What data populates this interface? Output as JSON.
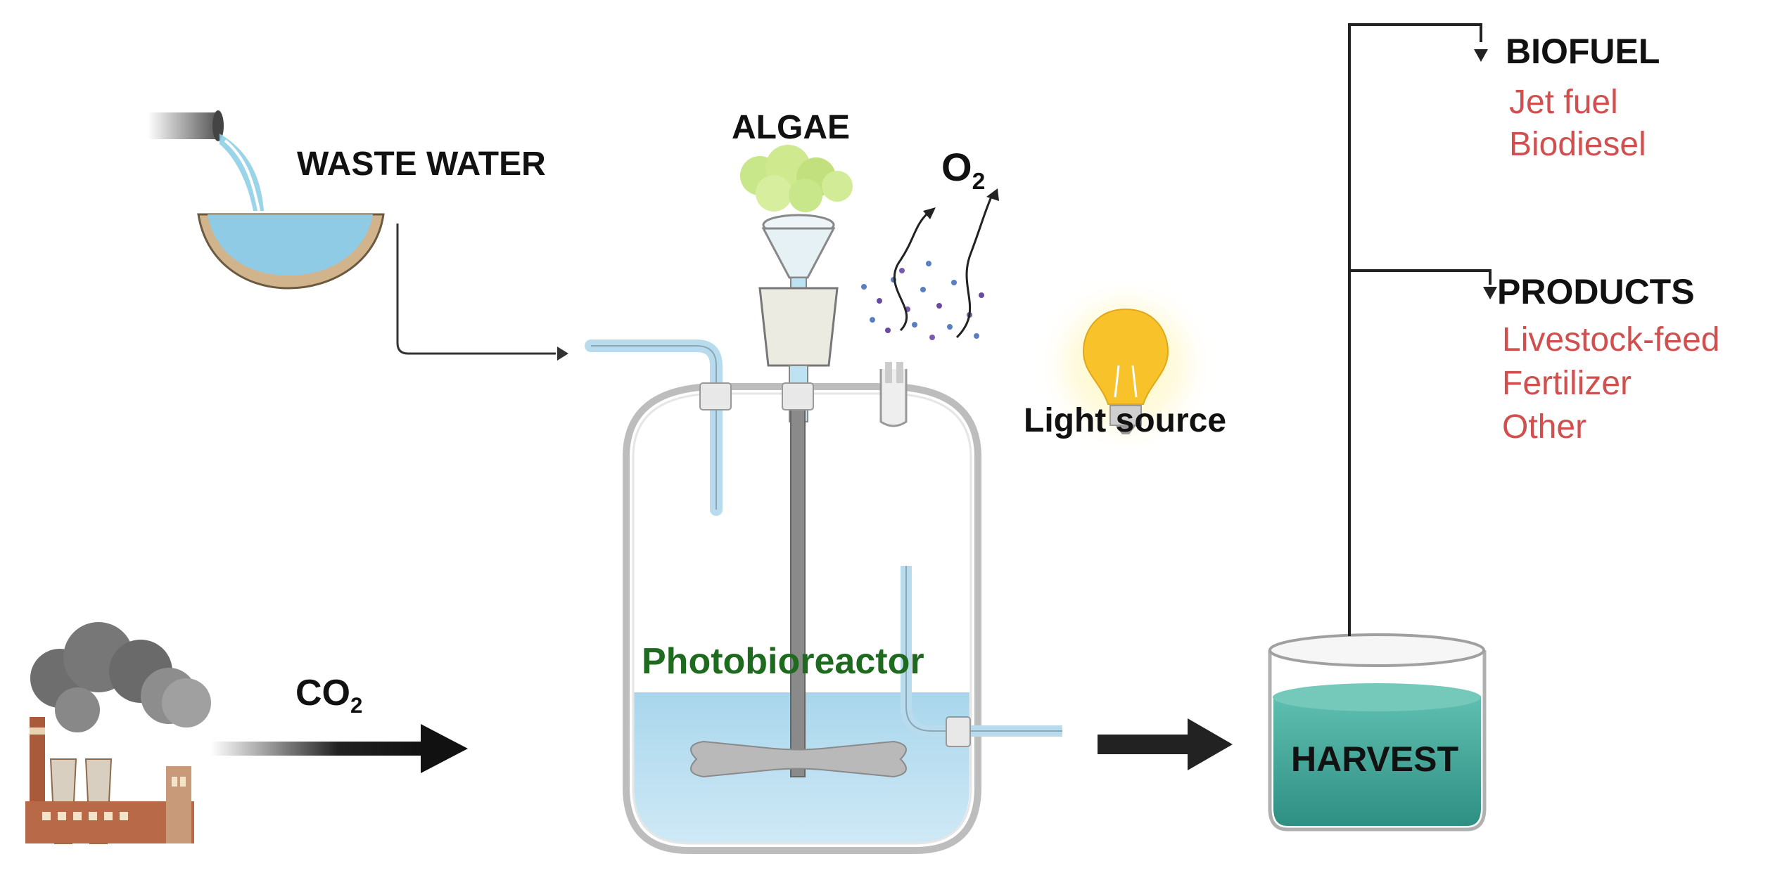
{
  "labels": {
    "waste_water": "WASTE WATER",
    "algae": "ALGAE",
    "o2_main": "O",
    "o2_sub": "2",
    "light_source": "Light source",
    "co2_main": "CO",
    "co2_sub": "2",
    "photobioreactor": "Photobioreactor",
    "harvest": "HARVEST"
  },
  "biofuel": {
    "title": "BIOFUEL",
    "items": [
      "Jet fuel",
      "Biodiesel"
    ]
  },
  "products": {
    "title": "PRODUCTS",
    "items": [
      "Livestock-feed",
      "Fertilizer",
      "Other"
    ]
  },
  "colors": {
    "label_text": "#111111",
    "output_text": "#d05050",
    "photobioreactor_text": "#1e6a1e",
    "reactor_liquid": "#cfe6f2",
    "harvest_liquid": "#3fa79a",
    "algae": "#c8e68a",
    "bulb": "#f7c22a"
  }
}
